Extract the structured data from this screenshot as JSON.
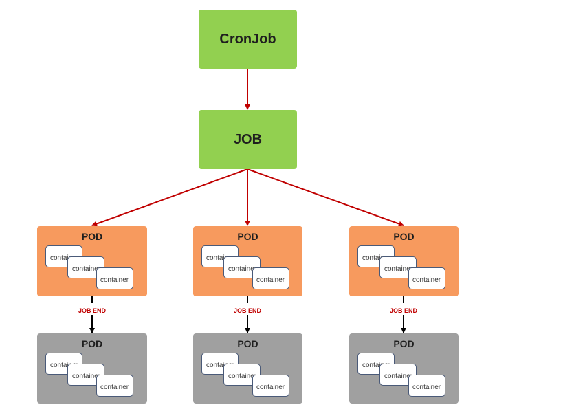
{
  "cronjob": {
    "label": "CronJob"
  },
  "job": {
    "label": "JOB"
  },
  "pods": [
    {
      "top_label": "POD",
      "bottom_label": "POD",
      "end_label": "JOB END",
      "containers": [
        "container",
        "container",
        "container"
      ]
    },
    {
      "top_label": "POD",
      "bottom_label": "POD",
      "end_label": "JOB END",
      "containers": [
        "container",
        "container",
        "container"
      ]
    },
    {
      "top_label": "POD",
      "bottom_label": "POD",
      "end_label": "JOB END",
      "containers": [
        "container",
        "container",
        "container"
      ]
    }
  ],
  "colors": {
    "cronjob_fill": "#92d050",
    "job_fill": "#92d050",
    "pod_running_fill": "#f79a5e",
    "pod_done_fill": "#a0a0a0",
    "arrow_red": "#c00000",
    "arrow_black": "#000000",
    "container_border": "#4a5a78"
  }
}
